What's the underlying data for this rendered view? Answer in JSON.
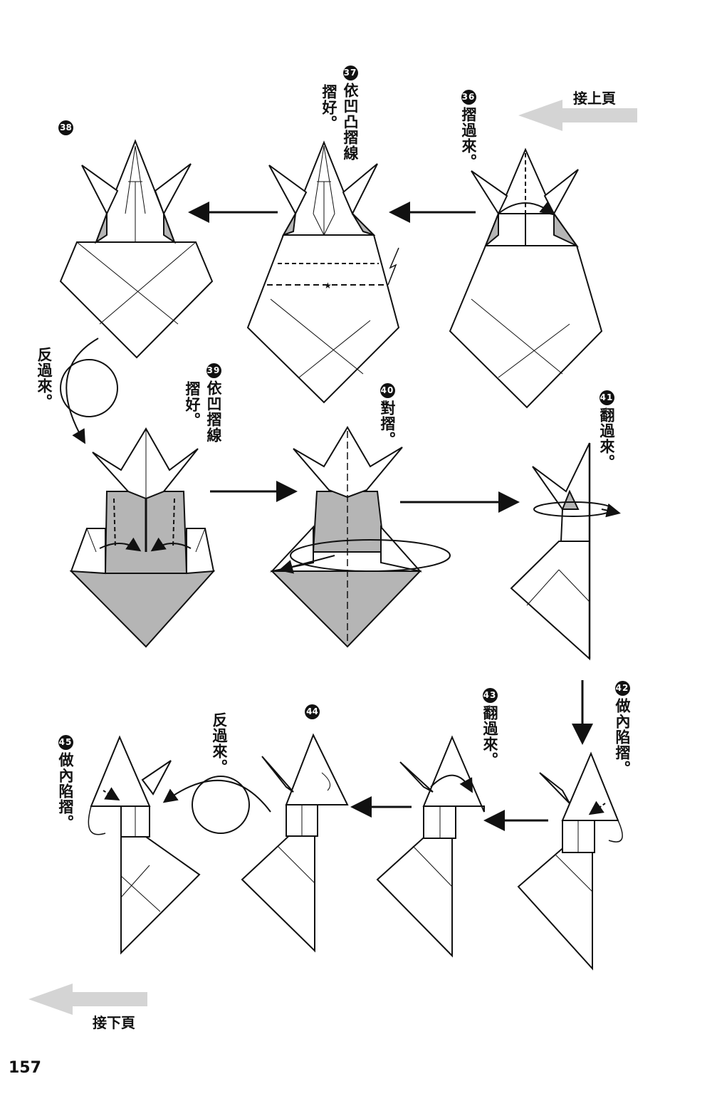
{
  "nav": {
    "prev_label": "接上頁",
    "next_label": "接下頁"
  },
  "steps": [
    {
      "num": "36",
      "text": "摺過來。"
    },
    {
      "num": "37",
      "text": "依凹凸摺線摺好。",
      "col1": "依凹凸摺線",
      "col2": "摺好。"
    },
    {
      "num": "38",
      "text": ""
    },
    {
      "num": "39",
      "text": "依凹摺線摺好。",
      "col1": "依凹摺線",
      "col2": "摺好。"
    },
    {
      "num": "40",
      "text": "對摺。"
    },
    {
      "num": "41",
      "text": "翻過來。"
    },
    {
      "num": "42",
      "text": "做內陷摺。"
    },
    {
      "num": "43",
      "text": "翻過來。"
    },
    {
      "num": "44",
      "text": ""
    },
    {
      "num": "45",
      "text": "做內陷摺。"
    }
  ],
  "turn_over_labels": [
    "反過來。",
    "反過來。"
  ],
  "page_number": "157",
  "colors": {
    "line": "#111111",
    "shade": "#b5b5b5",
    "nav_arrow": "#d4d4d4"
  }
}
